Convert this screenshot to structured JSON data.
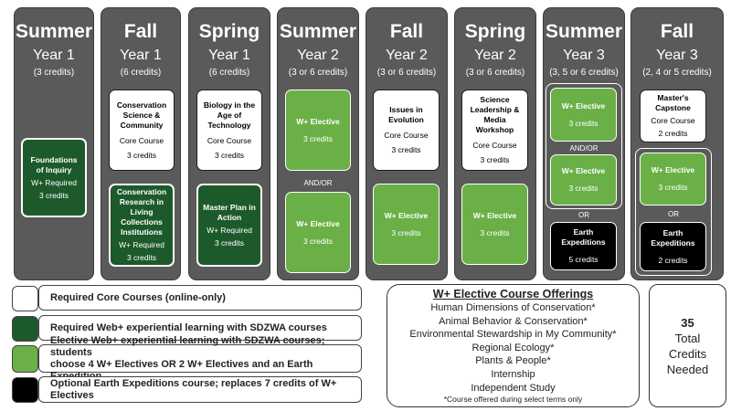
{
  "columns": [
    {
      "season": "Summer",
      "year": "Year 1",
      "credits": "(3 credits)"
    },
    {
      "season": "Fall",
      "year": "Year 1",
      "credits": "(6 credits)"
    },
    {
      "season": "Spring",
      "year": "Year 1",
      "credits": "(6 credits)"
    },
    {
      "season": "Summer",
      "year": "Year 2",
      "credits": "(3 or 6 credits)"
    },
    {
      "season": "Fall",
      "year": "Year 2",
      "credits": "(3 or 6 credits)"
    },
    {
      "season": "Spring",
      "year": "Year 2",
      "credits": "(3 or 6 credits)"
    },
    {
      "season": "Summer",
      "year": "Year 3",
      "credits": "(3, 5 or 6 credits)"
    },
    {
      "season": "Fall",
      "year": "Year 3",
      "credits": "(2, 4 or 5 credits)"
    }
  ],
  "courses": {
    "foundations": {
      "title": "Foundations of Inquiry",
      "type": "W+ Required",
      "credits": "3 credits"
    },
    "conservation_science": {
      "title": "Conservation Science & Community",
      "type": "Core Course",
      "credits": "3 credits"
    },
    "conservation_research": {
      "title": "Conservation Research in Living Collections Institutions",
      "type": "W+ Required",
      "credits": "3 credits"
    },
    "biology_age": {
      "title": "Biology in the Age of Technology",
      "type": "Core Course",
      "credits": "3 credits"
    },
    "master_plan": {
      "title": "Master Plan in Action",
      "type": "W+ Required",
      "credits": "3 credits"
    },
    "y2_summer_elective_a": {
      "title": "W+ Elective",
      "credits": "3 credits"
    },
    "y2_summer_elective_b": {
      "title": "W+ Elective",
      "credits": "3 credits"
    },
    "issues_evolution": {
      "title": "Issues in Evolution",
      "type": "Core Course",
      "credits": "3 credits"
    },
    "y2_fall_elective": {
      "title": "W+ Elective",
      "credits": "3 credits"
    },
    "science_leadership": {
      "title": "Science Leadership & Media Workshop",
      "type": "Core Course",
      "credits": "3 credits"
    },
    "y2_spring_elective": {
      "title": "W+ Elective",
      "credits": "3 credits"
    },
    "y3_summer_elective_a": {
      "title": "W+ Elective",
      "credits": "3 credits"
    },
    "y3_summer_elective_b": {
      "title": "W+ Elective",
      "credits": "3 credits"
    },
    "y3_summer_earth": {
      "title": "Earth Expeditions",
      "credits": "5 credits"
    },
    "capstone": {
      "title": "Master's Capstone",
      "type": "Core Course",
      "credits": "2 credits"
    },
    "y3_fall_elective": {
      "title": "W+ Elective",
      "credits": "3 credits"
    },
    "y3_fall_earth": {
      "title": "Earth Expeditions",
      "credits": "2 credits"
    }
  },
  "separators": {
    "and_or": "AND/OR",
    "or": "OR"
  },
  "legend": [
    {
      "label": "Required Core Courses (online-only)",
      "color": "#ffffff"
    },
    {
      "label": "Required Web+ experiential learning with SDZWA courses",
      "color": "#1d5a2b"
    },
    {
      "label": "Elective Web+ experiential learning with SDZWA courses; students",
      "label2": "choose 4 W+ Electives OR 2 W+ Electives and an Earth Expedition",
      "color": "#6ab047"
    },
    {
      "label": "Optional Earth Expeditions course; replaces 7 credits of W+ Electives",
      "color": "#000000"
    }
  ],
  "offerings": {
    "title": "W+ Elective Course Offerings",
    "items": [
      "Human Dimensions of Conservation*",
      "Animal Behavior & Conservation*",
      "Environmental Stewardship in My Community*",
      "Regional Ecology*",
      "Plants & People*",
      "Internship",
      "Independent Study"
    ],
    "note": "*Course offered during select terms only"
  },
  "total": {
    "number": "35",
    "line1": "Total",
    "line2": "Credits",
    "line3": "Needed"
  },
  "colors": {
    "column": "#5a5a5a",
    "core": "#ffffff",
    "required": "#1d5a2b",
    "elective": "#6ab047",
    "earth": "#000000"
  }
}
